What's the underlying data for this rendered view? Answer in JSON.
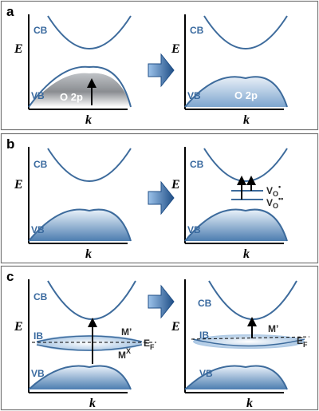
{
  "panels": [
    {
      "letter": "a",
      "left": {
        "cb": "CB",
        "vb": "VB",
        "state": "O 2p",
        "e_axis": "E",
        "k_axis": "k"
      },
      "right": {
        "cb": "CB",
        "vb": "VB",
        "state": "O 2p",
        "e_axis": "E",
        "k_axis": "k"
      }
    },
    {
      "letter": "b",
      "left": {
        "cb": "CB",
        "vb": "VB",
        "e_axis": "E",
        "k_axis": "k"
      },
      "right": {
        "cb": "CB",
        "vb": "VB",
        "e_axis": "E",
        "k_axis": "k",
        "level1": "V",
        "level1_sub": "O",
        "level1_sup": "•",
        "level2": "V",
        "level2_sub": "O",
        "level2_sup": "••"
      }
    },
    {
      "letter": "c",
      "left": {
        "cb": "CB",
        "ib": "IB",
        "vb": "VB",
        "e_axis": "E",
        "k_axis": "k",
        "m_prime": "M’",
        "m_x": "M",
        "m_x_sup": "X",
        "ef": "E",
        "ef_sub": "F"
      },
      "right": {
        "cb": "CB",
        "ib": "IB",
        "vb": "VB",
        "e_axis": "E",
        "k_axis": "k",
        "m_prime": "M’",
        "ef": "E",
        "ef_sub": "F"
      }
    }
  ],
  "colors": {
    "band_line": "#3d6b9c",
    "fill_light": "#dce9f5",
    "fill_dark": "#4e7fb1",
    "arrow_dark": "#1f4e86",
    "arrow_light": "#7aa8d8"
  },
  "icons": {
    "transition_arrow": "right-block-arrow-icon",
    "excitation": "up-arrow-icon"
  }
}
